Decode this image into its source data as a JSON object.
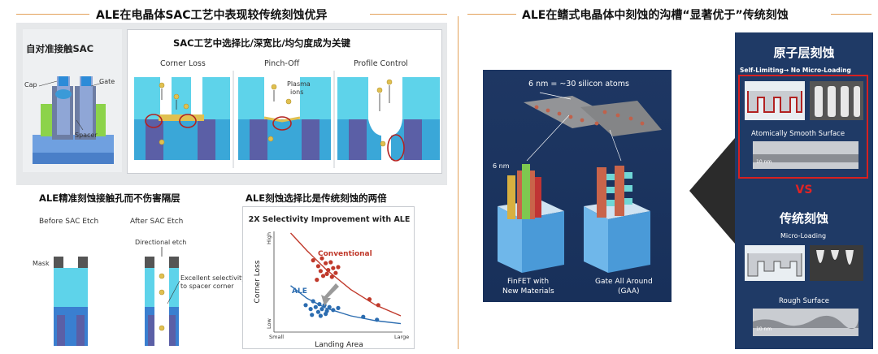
{
  "left_title": "ALE在电晶体SAC工艺中表现较传统刻蚀优异",
  "right_title": "ALE在鳍式电晶体中刻蚀的沟槽“显著优于”传统刻蚀",
  "sac_panel": {
    "title": "自对准接触SAC",
    "labels": {
      "cap": "Cap",
      "gate": "Gate",
      "spacer": "Spacer"
    }
  },
  "key_panel": {
    "title": "SAC工艺中选择比/深宽比/均匀度成为关键",
    "columns": [
      "Corner Loss",
      "Pinch-Off",
      "Profile Control"
    ],
    "plasma_label_line1": "Plasma",
    "plasma_label_line2": "ions"
  },
  "etch_panel": {
    "title": "ALE精准刻蚀接触孔而不伤害隔层",
    "before": "Before SAC Etch",
    "after": "After SAC Etch",
    "mask": "Mask",
    "directional": "Directional etch",
    "selectivity_line1": "Excellent selectivity",
    "selectivity_line2": "to spacer corner"
  },
  "selectivity_panel": {
    "title": "ALE刻蚀选择比是传统刻蚀的两倍"
  },
  "chart_data": {
    "type": "scatter",
    "title": "2X Selectivity Improvement with ALE",
    "xlabel": "Landing Area",
    "ylabel": "Corner Loss",
    "x_ticks": [
      "Small",
      "Large"
    ],
    "y_ticks": [
      "Low",
      "High"
    ],
    "xlim": [
      0,
      10
    ],
    "ylim": [
      0,
      10
    ],
    "series": [
      {
        "name": "Conventional",
        "color": "#c0392b",
        "points": [
          [
            3.0,
            7.2
          ],
          [
            3.4,
            6.6
          ],
          [
            3.7,
            7.4
          ],
          [
            4.0,
            6.9
          ],
          [
            4.2,
            6.2
          ],
          [
            4.4,
            7.0
          ],
          [
            4.6,
            6.4
          ],
          [
            4.1,
            5.8
          ],
          [
            3.3,
            5.2
          ],
          [
            3.8,
            5.6
          ],
          [
            4.8,
            5.9
          ],
          [
            5.0,
            6.5
          ],
          [
            3.6,
            6.1
          ],
          [
            4.5,
            5.5
          ],
          [
            7.5,
            3.2
          ],
          [
            8.2,
            2.6
          ]
        ],
        "curve": [
          [
            1.2,
            10
          ],
          [
            2.5,
            8.2
          ],
          [
            4,
            6.3
          ],
          [
            6,
            4.2
          ],
          [
            8,
            2.6
          ],
          [
            10,
            1.5
          ]
        ]
      },
      {
        "name": "ALE",
        "color": "#2b6cb0",
        "points": [
          [
            2.4,
            2.6
          ],
          [
            2.8,
            2.2
          ],
          [
            3.0,
            3.0
          ],
          [
            3.2,
            2.4
          ],
          [
            3.4,
            1.9
          ],
          [
            3.5,
            2.7
          ],
          [
            3.7,
            2.2
          ],
          [
            3.9,
            2.6
          ],
          [
            4.1,
            2.0
          ],
          [
            4.3,
            2.4
          ],
          [
            4.6,
            2.1
          ],
          [
            2.9,
            1.6
          ],
          [
            3.6,
            1.5
          ],
          [
            4.0,
            1.7
          ],
          [
            5.0,
            2.3
          ],
          [
            7.0,
            1.4
          ],
          [
            8.1,
            1.1
          ]
        ],
        "curve": [
          [
            1.2,
            4.6
          ],
          [
            2.5,
            3.3
          ],
          [
            4,
            2.3
          ],
          [
            6,
            1.5
          ],
          [
            8,
            1.0
          ],
          [
            10,
            0.7
          ]
        ]
      }
    ]
  },
  "finfet_panel": {
    "top_label": "6 nm = ~30 silicon atoms",
    "side_label": "6 nm",
    "finfet_line1": "FinFET with",
    "finfet_line2": "New Materials",
    "gaa_line1": "Gate All Around",
    "gaa_line2": "(GAA)"
  },
  "compare_panel": {
    "ale_title": "原子层刻蚀",
    "self_limiting": "Self-Limiting→ No Micro-Loading",
    "smooth": "Atomically Smooth Surface",
    "scale": "10 nm",
    "vs": "VS",
    "conv_title": "传统刻蚀",
    "micro_loading": "Micro-Loading",
    "rough": "Rough Surface",
    "scale2": "10 nm"
  },
  "colors": {
    "accent_line": "#e3a25a",
    "navy": "#1f3a66",
    "red": "#c0392b",
    "blue": "#2b6cb0"
  }
}
